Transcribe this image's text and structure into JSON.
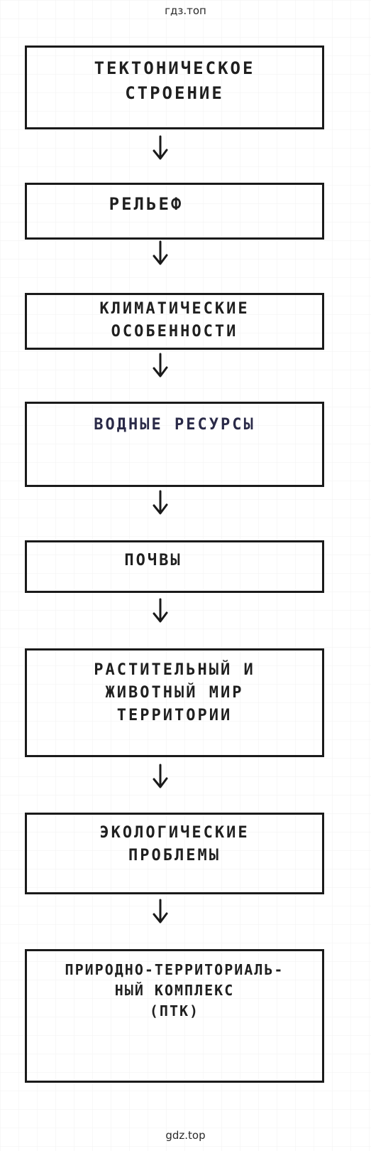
{
  "watermark": {
    "top": "гдз.топ",
    "bottom": "gdz.top"
  },
  "flowchart": {
    "nodes": [
      {
        "label": "ТЕКТОНИЧЕСКОЕ\nСТРОЕНИЕ"
      },
      {
        "label": "РЕЛЬЕФ"
      },
      {
        "label": "КЛИМАТИЧЕСКИЕ\nОСОБЕННОСТИ"
      },
      {
        "label": "ВОДНЫЕ РЕСУРСЫ"
      },
      {
        "label": "ПОЧВЫ"
      },
      {
        "label": "РАСТИТЕЛЬНЫЙ И\nЖИВОТНЫЙ МИР\nТЕРРИТОРИИ"
      },
      {
        "label": "ЭКОЛОГИЧЕСКИЕ\nПРОБЛЕМЫ"
      },
      {
        "label": "ПРИРОДНО-ТЕРРИТОРИАЛЬ-\nНЫЙ КОМПЛЕКС\n(ПТК)"
      }
    ],
    "arrow_icon": "down-arrow-icon"
  }
}
